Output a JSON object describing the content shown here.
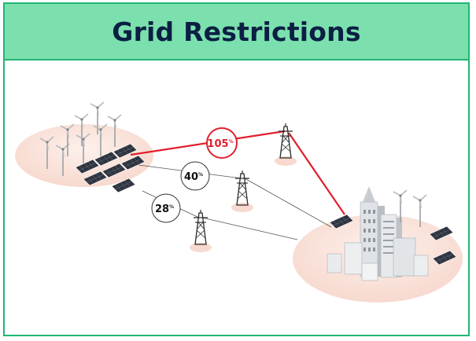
{
  "title": "Grid Restrictions",
  "links": [
    {
      "id": "solar-to-tower-north",
      "label": "105",
      "unit": "%",
      "status": "overloaded"
    },
    {
      "id": "solar-to-tower-middle",
      "label": "40",
      "unit": "%",
      "status": "normal"
    },
    {
      "id": "solar-to-tower-south",
      "label": "28",
      "unit": "%",
      "status": "normal"
    }
  ],
  "colors": {
    "header_bg": "#7be0ad",
    "border": "#22b573",
    "title": "#0b1f44",
    "overload": "#e0202e",
    "line": "#555555",
    "island": "#fbe6df"
  },
  "icons": [
    "wind-turbine-icon",
    "solar-panel-icon",
    "transmission-tower-icon",
    "city-building-icon"
  ]
}
